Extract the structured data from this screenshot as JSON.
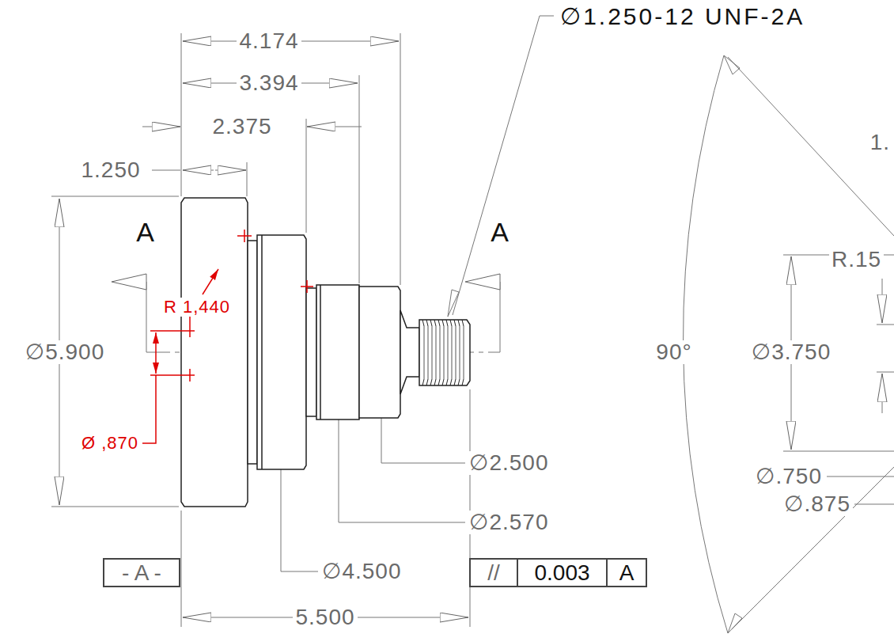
{
  "diagram": {
    "nodes": [
      {
        "text": [
          "- A -"
        ]
      },
      {
        "text": [
          "//"
        ]
      },
      {
        "text": [
          "0.003"
        ]
      },
      {
        "text": [
          "A"
        ]
      }
    ],
    "labels": [
      "∅1.250-12 UNF-2A",
      "4.174",
      "3.394",
      "2.375",
      "1.250",
      "A",
      "A",
      "1.",
      "R.15",
      "R 1,440",
      "∅5.900",
      "90°",
      "∅3.750",
      "Ø ,870",
      "∅2.500",
      "∅.750",
      "∅.875",
      "∅2.570",
      "∅4.500",
      "5.500"
    ]
  }
}
